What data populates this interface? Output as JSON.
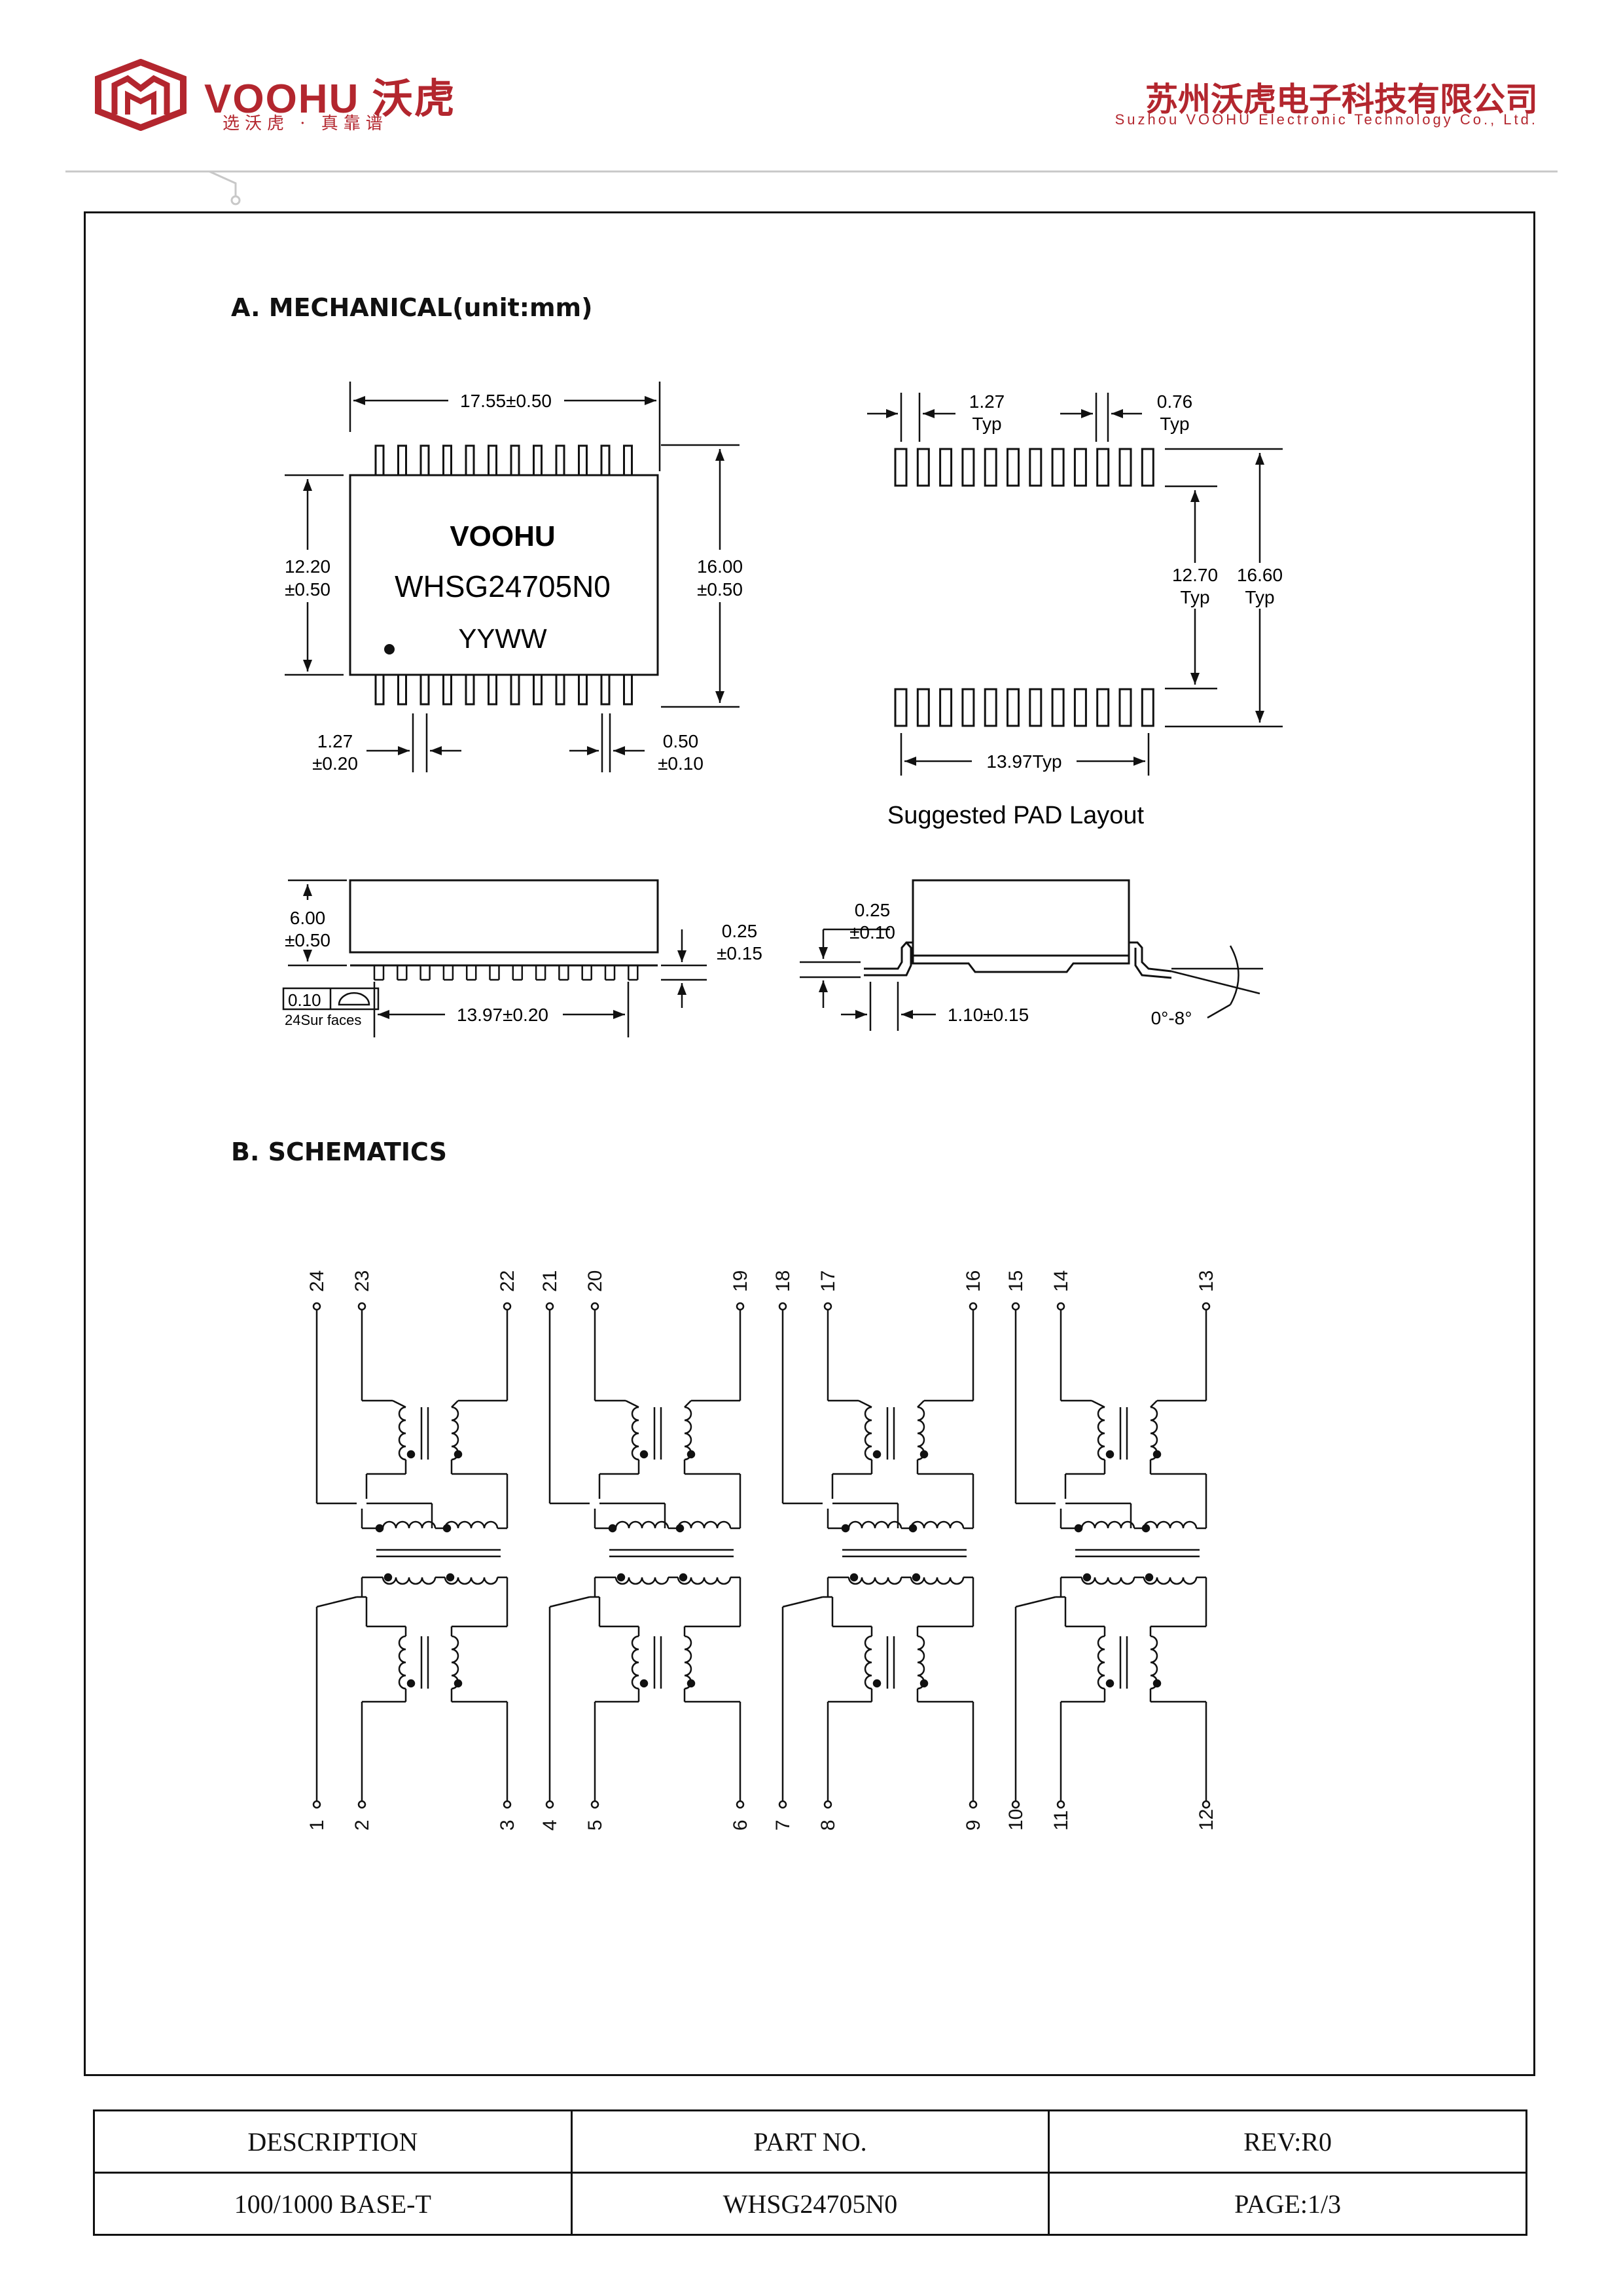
{
  "header": {
    "logo_text": "VOOHU 沃虎",
    "slogan": "选沃虎 · 真靠谱",
    "company_cn": "苏州沃虎电子科技有限公司",
    "company_en": "Suzhou VOOHU Electronic Technology Co., Ltd.",
    "brand_color": "#b3262e"
  },
  "section_a": {
    "title": "A. MECHANICAL(unit:mm)",
    "top_view": {
      "width_dim": "17.55±0.50",
      "body_h_1": "12.20",
      "body_h_2": "±0.50",
      "total_h_1": "16.00",
      "total_h_2": "±0.50",
      "brand": "VOOHU",
      "part": "WHSG24705N0",
      "date_code": "YYWW",
      "pitch_1": "1.27",
      "pitch_2": "±0.20",
      "lead_w_1": "0.50",
      "lead_w_2": "±0.10"
    },
    "pad_layout": {
      "pitch_1": "1.27",
      "pitch_2": "Typ",
      "pad_w_1": "0.76",
      "pad_w_2": "Typ",
      "inner_1": "12.70",
      "inner_2": "Typ",
      "outer_1": "16.60",
      "outer_2": "Typ",
      "span": "13.97Typ",
      "caption": "Suggested PAD Layout"
    },
    "side_view": {
      "height_1": "6.00",
      "height_2": "±0.50",
      "standoff_1": "0.25",
      "standoff_2": "±0.15",
      "coplanarity": "0.10",
      "surfaces": "24Sur faces",
      "span": "13.97±0.20"
    },
    "end_view": {
      "thick_1": "0.25",
      "thick_2": "±0.10",
      "foot": "1.10±0.15",
      "angle": "0°-8°"
    }
  },
  "section_b": {
    "title": "B. SCHEMATICS",
    "top_pins": [
      [
        "24",
        "23",
        "22"
      ],
      [
        "21",
        "20",
        "19"
      ],
      [
        "18",
        "17",
        "16"
      ],
      [
        "15",
        "14",
        "13"
      ]
    ],
    "bottom_pins": [
      [
        "1",
        "2",
        "3"
      ],
      [
        "4",
        "5",
        "6"
      ],
      [
        "7",
        "8",
        "9"
      ],
      [
        "10",
        "11",
        "12"
      ]
    ]
  },
  "footer": {
    "h_description": "DESCRIPTION",
    "h_part": "PART NO.",
    "h_rev": "REV:R0",
    "v_description": "100/1000 BASE-T",
    "v_part": "WHSG24705N0",
    "v_page": "PAGE:1/3"
  }
}
